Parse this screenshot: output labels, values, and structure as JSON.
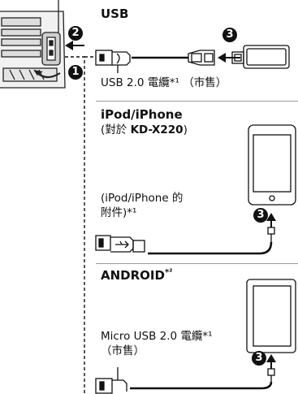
{
  "usb_section": {
    "title": "USB",
    "cable_label": "USB 2.0 電纜*¹ （市售）",
    "step": "3"
  },
  "ipod_section": {
    "title": "iPod/iPhone",
    "model_prefix": "(對於 ",
    "model": "KD-X220",
    "model_suffix": ")",
    "cable_line1": "(iPod/iPhone 的",
    "cable_line2": "附件)*¹",
    "step": "3"
  },
  "android_section": {
    "title": "ANDROID",
    "title_note": "*²",
    "cable_line1": "Micro USB 2.0 電纜*¹",
    "cable_line2": "（市售）",
    "step": "3"
  },
  "head_unit": {
    "step1": "1",
    "step2": "2"
  }
}
